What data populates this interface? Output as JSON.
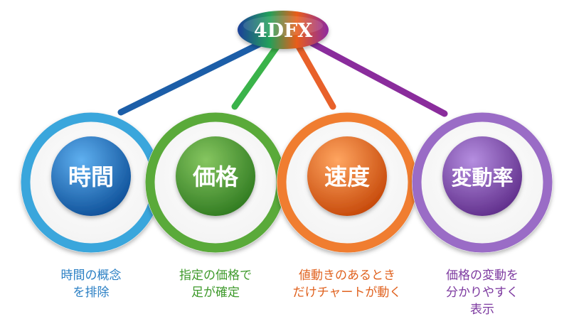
{
  "hub": {
    "label": "4DFX",
    "colors": [
      "#1e3f9a",
      "#21a05a",
      "#e85d1a",
      "#8e2aa0"
    ]
  },
  "nodes": [
    {
      "label": "時間",
      "color": "#1f6db8",
      "ring_color": "#3aa6dc",
      "caption": [
        "時間の概念",
        "を排除"
      ]
    },
    {
      "label": "価格",
      "color": "#3f8f2f",
      "ring_color": "#5aaa3a",
      "caption": [
        "指定の価格で",
        "足が確定"
      ]
    },
    {
      "label": "速度",
      "color": "#dd5a12",
      "ring_color": "#f07d30",
      "caption": [
        "値動きのあるとき",
        "だけチャートが動く"
      ]
    },
    {
      "label": "変動率",
      "color": "#7a3f9e",
      "ring_color": "#9a6cc6",
      "caption": [
        "価格の変動を",
        "分かりやすく",
        "表示"
      ]
    }
  ]
}
